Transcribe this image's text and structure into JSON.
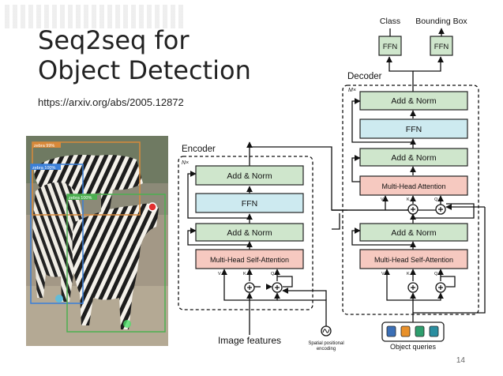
{
  "slide": {
    "title_line1": "Seq2seq for",
    "title_line2": "Object Detection",
    "link": "https://arxiv.org/abs/2005.12872",
    "page_number": "14"
  },
  "figure": {
    "image_boxes": [
      {
        "label": "zebra 99%",
        "color": "#d8893a"
      },
      {
        "label": "zebra 100%",
        "color": "#3a7fd8"
      },
      {
        "label": "zebra 100%",
        "color": "#4caf50"
      }
    ]
  },
  "encoder": {
    "title": "Encoder",
    "repeat": "N×",
    "add_norm_label": "Add & Norm",
    "ffn_label": "FFN",
    "self_attention_label": "Multi-Head Self-Attention",
    "v": "V",
    "k": "K",
    "q": "Q",
    "input_label": "Image features"
  },
  "decoder": {
    "title": "Decoder",
    "repeat": "M×",
    "add_norm_label": "Add & Norm",
    "ffn_label": "FFN",
    "cross_attention_label": "Multi-Head Attention",
    "self_attention_label": "Multi-Head Self-Attention",
    "v": "V",
    "k": "K",
    "q": "Q",
    "queries_label": "Object queries",
    "query_colors": [
      "#3b6fb6",
      "#e8902a",
      "#2e9e6e",
      "#2a8ea0"
    ]
  },
  "heads": {
    "class_label": "Class",
    "bbox_label": "Bounding Box",
    "ffn_label": "FFN"
  },
  "spatial_encoding_label_line1": "Spatial positional",
  "spatial_encoding_label_line2": "encoding",
  "colors": {
    "add_norm": "#cfe6cc",
    "ffn": "#cdeaf0",
    "attention": "#f6c9c0",
    "box_stroke": "#222222"
  }
}
